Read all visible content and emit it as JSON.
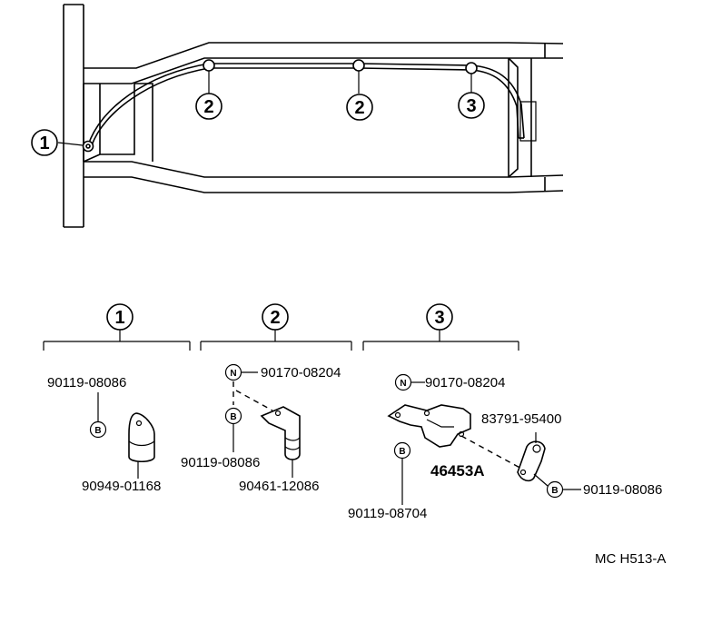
{
  "callouts": [
    "1",
    "2",
    "2",
    "3"
  ],
  "groups": [
    {
      "label": "1",
      "parts": {
        "bolt": "90119-08086",
        "clamp": "90949-01168"
      },
      "symbols": {
        "bolt": "B"
      }
    },
    {
      "label": "2",
      "parts": {
        "nut": "90170-08204",
        "bolt": "90119-08086",
        "clamp": "90461-12086"
      },
      "symbols": {
        "nut": "N",
        "bolt": "B"
      }
    },
    {
      "label": "3",
      "parts": {
        "nut": "90170-08204",
        "bracket": "46453A",
        "clamp": "83791-95400",
        "bolt_upper": "90119-08704",
        "bolt_right": "90119-08086"
      },
      "symbols": {
        "nut": "N",
        "bolt_upper": "B",
        "bolt_right": "B"
      }
    }
  ],
  "diagram_code": "MC H513-A"
}
